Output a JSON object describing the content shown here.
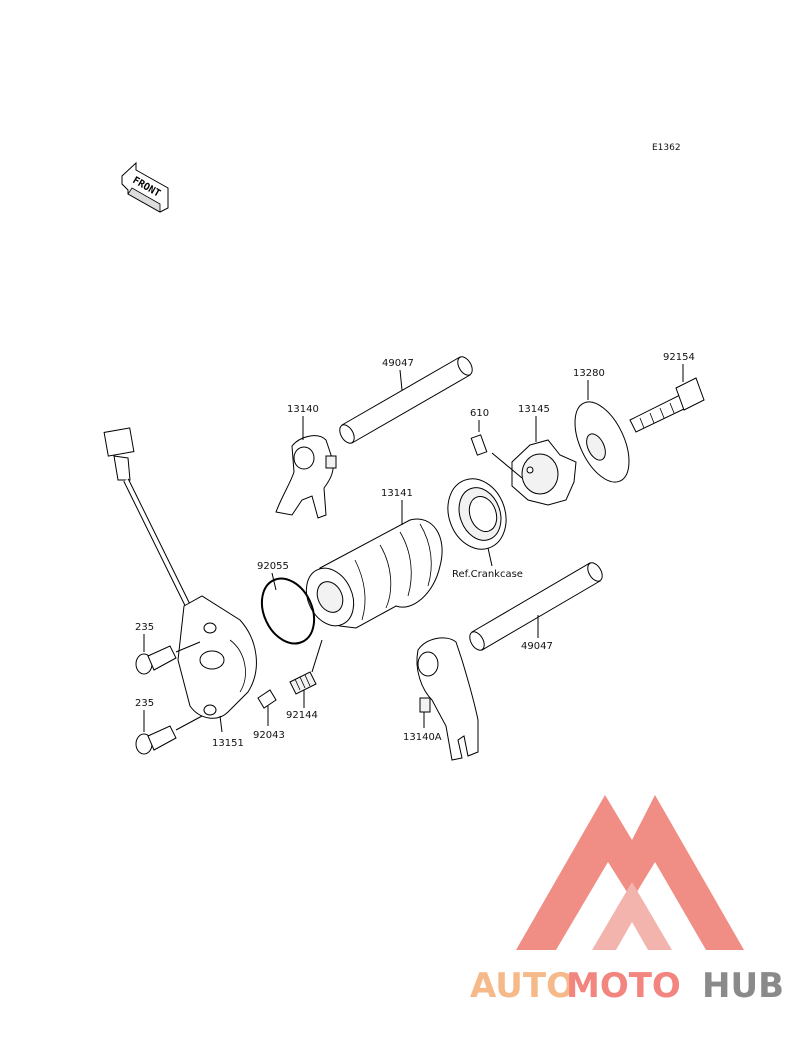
{
  "diagram_code": "E1362",
  "front_label": "FRONT",
  "labels": {
    "shaft_upper": "49047",
    "shaft_lower": "49047",
    "fork_upper": "13140",
    "fork_lower": "13140A",
    "pin": "610",
    "cam": "13145",
    "plate": "13280",
    "bolt": "92154",
    "drum": "13141",
    "oring": "92055",
    "ref_crankcase": "Ref.Crankcase",
    "screw_upper": "235",
    "screw_lower": "235",
    "sensor": "13151",
    "pin_small": "92043",
    "spring": "92144"
  },
  "watermark": {
    "part1": "AUTO",
    "part2": "MOTO",
    "part3": "HUB",
    "color_auto": "#f5b98a",
    "color_moto": "#f2857f",
    "color_hub": "#8a8a8a",
    "logo_color": "#f08880"
  }
}
